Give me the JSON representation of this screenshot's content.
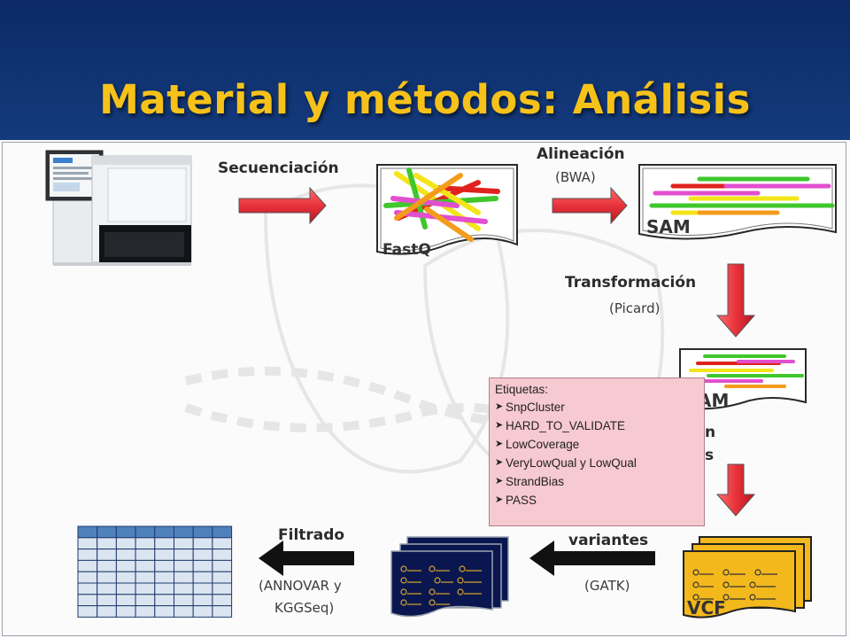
{
  "title": "Material y métodos: Análisis",
  "steps": {
    "secuenciacion": "Secuenciación",
    "alineacion": "Alineación",
    "bwa": "(BWA)",
    "transformacion": "Transformación",
    "picard": "(Picard)",
    "variantes": "variantes",
    "gatk": "(GATK)",
    "filtrado": "Filtrado",
    "annovar_line1": "(ANNOVAR y",
    "annovar_line2": "KGGSeq)",
    "partial_n": "n",
    "partial_s": "s"
  },
  "files": {
    "fastq": "FastQ",
    "sam": "SAM",
    "bam_partial": "AM",
    "vcf": "VCF"
  },
  "tags": {
    "heading": "Etiquetas:",
    "items": [
      "SnpCluster",
      "HARD_TO_VALIDATE",
      "LowCoverage",
      "VeryLowQual y LowQual",
      "StrandBias",
      "PASS"
    ]
  },
  "colors": {
    "header": "#0b2a66",
    "title": "#f6c21a",
    "arrow_red": "#e8323c",
    "arrow_black": "#111111",
    "vcf_card": "#f3b81c",
    "variant_card": "#0a1650",
    "tag_box": "#f7c9d0",
    "table_header": "#4f81bd"
  }
}
